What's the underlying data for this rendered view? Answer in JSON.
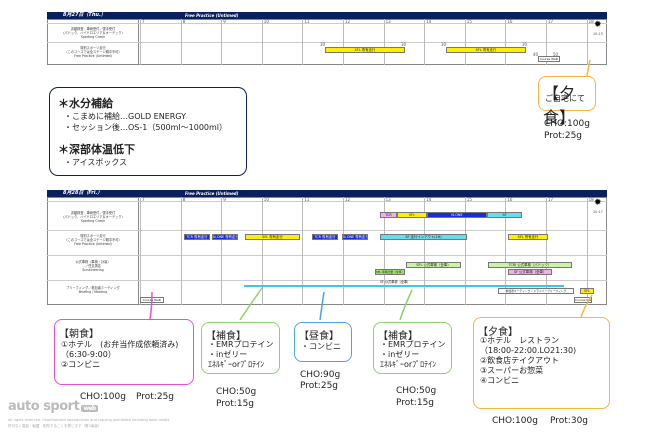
{
  "day1": {
    "title": "8月27日（Thu.）",
    "session": "Free Practice (Untimed)",
    "rows": [
      {
        "jp": "書類検査：車両受付／選手受付",
        "jp2": "（パドック、ハイドロエリア＆オーテック）",
        "en": "Sporting Check"
      },
      {
        "jp": "特別スポーツ走行",
        "jp2": "（このコースでは全ステージ期中不可）",
        "en": "Free Practice (Untimed)"
      }
    ],
    "hours": [
      "7",
      "8",
      "9",
      "10",
      "11",
      "12",
      "13",
      "14",
      "15",
      "16",
      "17",
      "18"
    ],
    "bars": [
      {
        "label": "SFL 専有走行"
      },
      {
        "label": "SFL 専有走行"
      },
      {
        "label": "Course Walk"
      }
    ],
    "marks": [
      "30",
      "30",
      "30",
      "30",
      "10:15"
    ],
    "nums": [
      "40",
      "50"
    ]
  },
  "hydration": {
    "h1": "＊水分補給",
    "items": [
      "・こまめに補給…GOLD ENERGY",
      "・セッション後…OS-1（500ml〜1000ml）"
    ],
    "h2": "＊深部体温低下",
    "items2": [
      "・アイスボックス"
    ]
  },
  "dinner1": {
    "title": "【夕食】",
    "text": "ご自宅にて",
    "cho": "CHO:100g",
    "prot": "Prot:25g"
  },
  "day2": {
    "title": "8月28日（Fri.）",
    "session": "Free Practice (Untimed)",
    "rows": [
      {
        "jp": "書類検査：車両受付／選手受付",
        "jp2": "（パドック、ハイドロエリア＆オーテック）",
        "en": "Sporting Check"
      },
      {
        "jp": "特別スポーツ走行",
        "jp2": "（このコースでは全ステージ期中不可）",
        "en": "Free Practice (Untimed)"
      },
      {
        "jp": "公式車検（車検・計量）",
        "jp2": "／任意測定",
        "en": "Scrutineering"
      },
      {
        "jp": "ブリーフィング／参加者ミーティング",
        "jp2": "",
        "en": "Briefing / Meeting"
      }
    ],
    "hours": [
      "7",
      "8",
      "9",
      "10",
      "11",
      "12",
      "13",
      "14",
      "15",
      "16",
      "17",
      "18"
    ],
    "bars": {
      "tcr1": "TCR",
      "sfl1": "SFL",
      "one1": "N-ONE",
      "sf1": "SF",
      "tcr2": "TCR 専有走行",
      "one2": "N-ONE 専有走行",
      "sfl2": "SFL 専有走行",
      "tcr3": "TCR 専有走行",
      "one3": "N-ONE 専有走行",
      "sf2": "SF 走行インアウト(1H)",
      "sfl3": "SFL 専有走行",
      "pass1": "SFL 公式車検（全車）",
      "pass2": "TCRJ 公式車検（パドック）",
      "weight": "SFL 車両計量（全車）",
      "sfmeet": "SF 公式車検（全車）",
      "meet": "参加者ミーティング／ドライバーブリーフィング",
      "cwalk": "Course Walk",
      "cwalk2": "Course Walk",
      "sflmini": "SFL"
    },
    "marks": [
      "30",
      "30",
      "30",
      "50",
      "45",
      "05",
      "30",
      "55",
      "40",
      "30",
      "30",
      "15",
      "30",
      "30",
      "10:17"
    ]
  },
  "meals": [
    {
      "title": "【朝食】",
      "lines": [
        "①ホテル　(お弁当作成依頼済み)",
        "（6:30-9:00）",
        "②コンビニ"
      ],
      "cho": "CHO:100g",
      "prot": "Prot:25g"
    },
    {
      "title": "【補食】",
      "lines": [
        "・EMRプロテイン",
        "・inゼリー",
        "ｴﾈﾙｷﾞｰorﾌﾟﾛﾃｲﾝ"
      ],
      "cho": "CHO:50g",
      "prot": "Prot:15g"
    },
    {
      "title": "【昼食】",
      "lines": [
        "・コンビニ"
      ],
      "cho": "CHO:90g",
      "prot": "Prot:25g"
    },
    {
      "title": "【補食】",
      "lines": [
        "・EMRプロテイン",
        "・inゼリー",
        "ｴﾈﾙｷﾞｰorﾌﾟﾛﾃｲﾝ"
      ],
      "cho": "CHO:50g",
      "prot": "Prot:15g"
    },
    {
      "title": "【夕食】",
      "lines": [
        "①ホテル　レストラン",
        "（18:00-22:00.LO21:30)",
        "②飲食店テイクアウト",
        "③スーパーお惣菜",
        "④コンビニ"
      ],
      "cho": "CHO:100g",
      "prot": "Prot:30g"
    }
  ],
  "footer": {
    "logo": "auto sport",
    "logo2": "web",
    "note1": "All rights reserved. Unauthorized reproduction and copying prohibited including book media.",
    "note2": "許可なく複製・転載・配布することを禁じます（第3者版）"
  },
  "colors": {
    "navy": "#0a1f5c",
    "yellow": "#ffee00",
    "blue": "#1a2bd9",
    "cyan": "#66ddee",
    "green": "#9de06a",
    "pink": "#f0b0e8",
    "orange": "#f5b642",
    "purple": "#9b7ec8",
    "bubblePink": "#e84fd6",
    "bubbleGreen": "#8fd06c",
    "bubbleBlue": "#4aa5e0"
  }
}
